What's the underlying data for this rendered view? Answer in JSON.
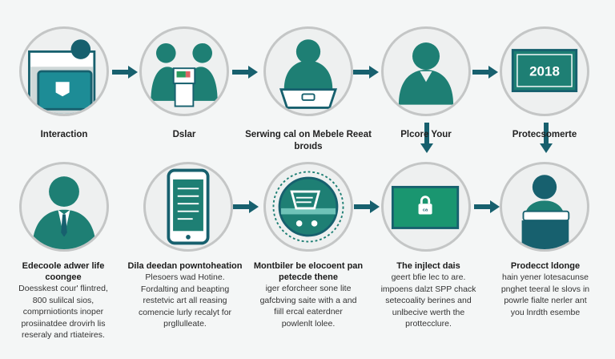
{
  "colors": {
    "teal": "#1e7f74",
    "dark_teal": "#17606e",
    "circle_border": "#c4c6c6",
    "arrow": "#17606e"
  },
  "top_row": [
    {
      "label": "Interaction",
      "icon": "folder-icon"
    },
    {
      "label": "Dslar",
      "icon": "two-people-icon"
    },
    {
      "label": "Serwing cal on Mebele Reeat broıds",
      "icon": "person-laptop-icon"
    },
    {
      "label": "Plcore Your",
      "icon": "person-icon"
    },
    {
      "label": "Protecsomerte",
      "icon": "calendar-screen-icon",
      "screen_text": "2018"
    }
  ],
  "bottom_row": [
    {
      "title": "Edecoole adwer life coongee",
      "body": [
        "Doesskest cour' flintred,",
        "800 sulilcal sios,",
        "comprniotionts inoper",
        "prosiinatdee drovirh lis",
        "reseraly and rtiateires."
      ],
      "icon": "person-tie-icon"
    },
    {
      "title": "Dila deedan powntoheation",
      "body": [
        "Plesoers wad Hotine.",
        "Fordalting and beapting",
        "restetvic art all reasing",
        "comencie lurly recalyt for",
        "prgllulleate."
      ],
      "icon": "smartphone-icon"
    },
    {
      "title": "Montbiler be elocoent pan petecde thene",
      "body": [
        "iger eforcheer sone lite",
        "gafcbving saite with a and",
        "fiill ercal eaterdner",
        "powlenlt lolee."
      ],
      "icon": "cart-seal-icon"
    },
    {
      "title": "The injlect dais",
      "body": [
        "geert bfie lec to are.",
        "impoens dalzt SPP chack",
        "setecoality berines and",
        "unlbecive werth the",
        "prottecclure."
      ],
      "icon": "lock-screen-icon",
      "screen_text": "ca"
    },
    {
      "title": "Prodecct ldonge",
      "body": [
        "hain yener lotesacunse",
        "pnghet teeral le slovs in",
        "powrle fialte nerler ant",
        "you lnrdth esembe"
      ],
      "icon": "person-desk-icon"
    }
  ]
}
